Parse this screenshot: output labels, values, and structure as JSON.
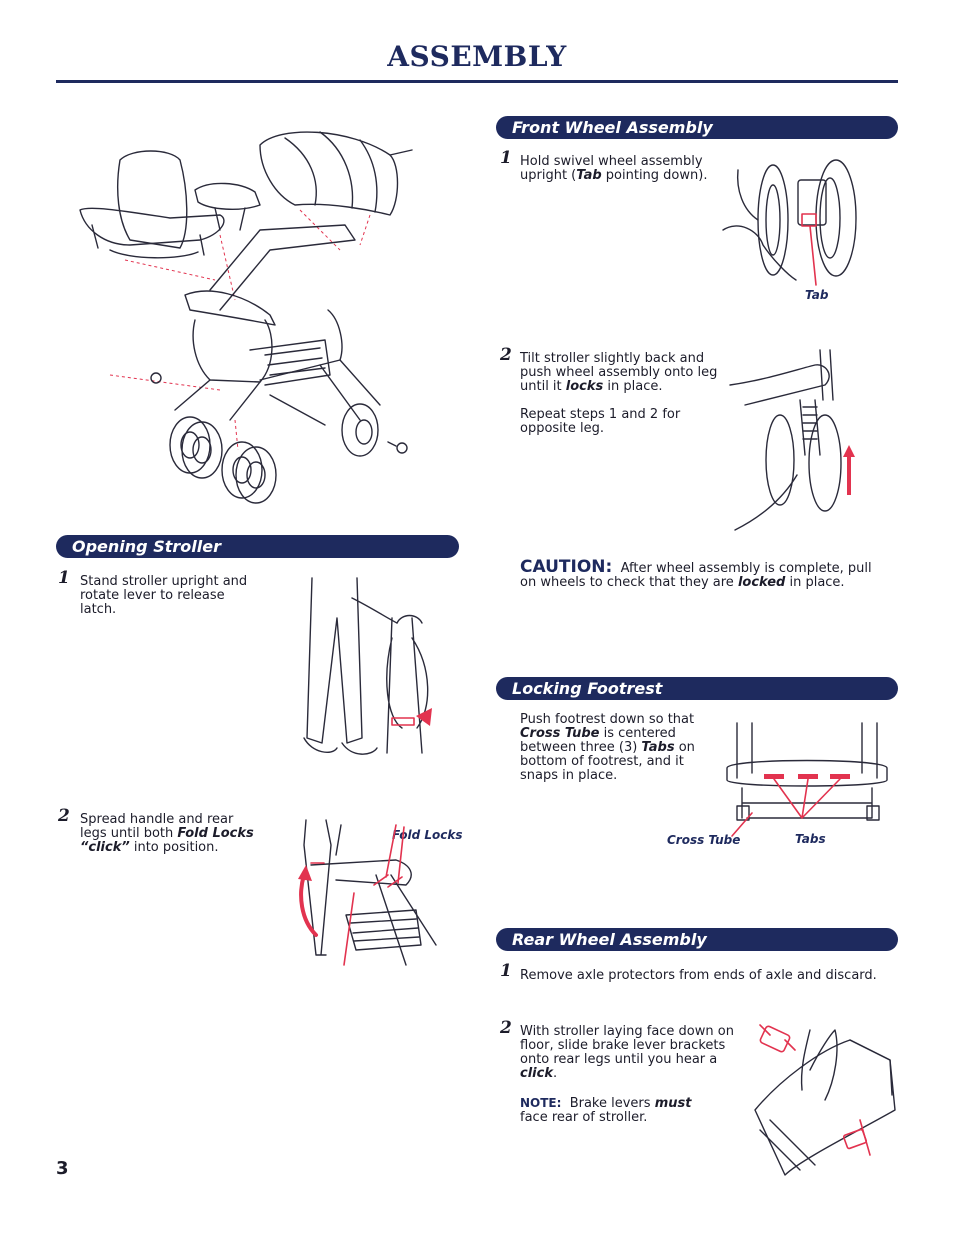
{
  "page": {
    "title": "ASSEMBLY",
    "page_number": "3"
  },
  "front_wheel": {
    "heading": "Front Wheel Assembly",
    "step1": {
      "number": "1",
      "text_a": "Hold swivel wheel assembly upright (",
      "emph": "Tab",
      "text_b": " pointing down)."
    },
    "tab_label": "Tab",
    "step2": {
      "number": "2",
      "text_a": "Tilt stroller slightly back and push wheel assembly onto leg until it ",
      "emph": "locks",
      "text_b": " in place.",
      "repeat": "Repeat steps 1 and 2 for opposite leg."
    },
    "caution": {
      "label": "CAUTION:",
      "text_a": "After wheel assembly is complete, pull on wheels to check that they are ",
      "emph": "locked",
      "text_b": " in place."
    }
  },
  "opening": {
    "heading": "Opening Stroller",
    "step1": {
      "number": "1",
      "text": "Stand stroller upright and rotate lever to release latch."
    },
    "step2": {
      "number": "2",
      "text_a": "Spread handle and rear legs until both ",
      "emph": "Fold Locks “click”",
      "text_b": " into position."
    },
    "fold_locks_label": "Fold Locks"
  },
  "footrest": {
    "heading": "Locking Footrest",
    "text_a": "Push footrest down so that ",
    "emph1": "Cross Tube",
    "text_b": " is centered between three (3) ",
    "emph2": "Tabs",
    "text_c": " on bottom of footrest, and it snaps in place.",
    "cross_tube_label": "Cross Tube",
    "tabs_label": "Tabs"
  },
  "rear_wheel": {
    "heading": "Rear Wheel Assembly",
    "step1": {
      "number": "1",
      "text": "Remove axle protectors from ends of axle and discard."
    },
    "step2": {
      "number": "2",
      "text_a": "With stroller laying face down on floor, slide brake lever brackets onto rear legs until you hear a ",
      "emph": "click",
      "text_b": ".",
      "note_label": "NOTE:",
      "note_a": "Brake levers ",
      "note_emph": "must",
      "note_b": " face rear of stroller."
    }
  },
  "colors": {
    "navy": "#1e2a5e",
    "accent_red": "#e2334f",
    "ink": "#1c1c2a"
  }
}
